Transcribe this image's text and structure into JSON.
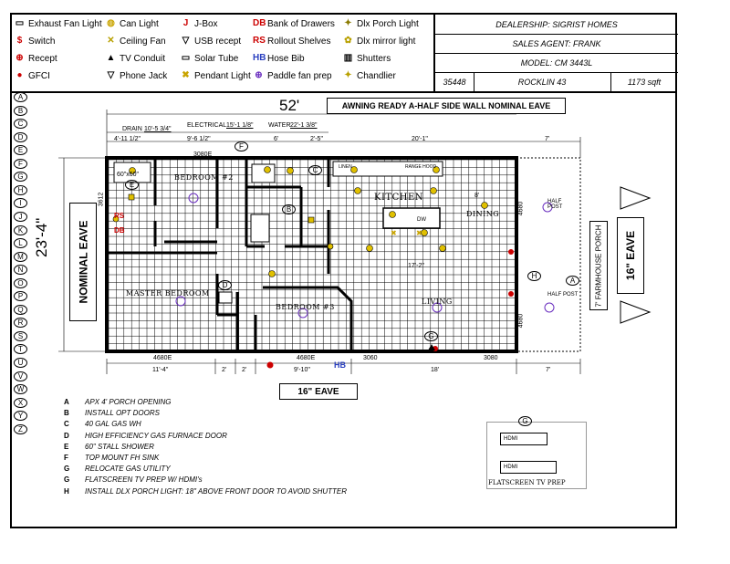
{
  "legend": [
    {
      "icon": "exhaust-fan-icon",
      "label": "Exhaust Fan Light",
      "glyph": "▭",
      "color": "#000"
    },
    {
      "icon": "can-light-icon",
      "label": "Can Light",
      "glyph": "◍",
      "color": "#c9a400"
    },
    {
      "icon": "j-box-icon",
      "label": "J-Box",
      "glyph": "J",
      "color": "#c00"
    },
    {
      "icon": "bank-of-drawers-icon",
      "label": "Bank of Drawers",
      "glyph": "DB",
      "color": "#c00"
    },
    {
      "icon": "dlx-porch-light-icon",
      "label": "Dlx Porch Light",
      "glyph": "✦",
      "color": "#8a7a00"
    },
    {
      "icon": "switch-icon",
      "label": "Switch",
      "glyph": "$",
      "color": "#c00"
    },
    {
      "icon": "ceiling-fan-icon",
      "label": "Ceiling Fan",
      "glyph": "✕",
      "color": "#b8a000"
    },
    {
      "icon": "usb-recept-icon",
      "label": "USB recept",
      "glyph": "▽",
      "color": "#000"
    },
    {
      "icon": "rollout-shelves-icon",
      "label": "Rollout Shelves",
      "glyph": "RS",
      "color": "#c00"
    },
    {
      "icon": "dlx-mirror-light-icon",
      "label": "Dlx mirror light",
      "glyph": "✿",
      "color": "#b8a000"
    },
    {
      "icon": "recept-icon",
      "label": "Recept",
      "glyph": "⊕",
      "color": "#c00"
    },
    {
      "icon": "tv-conduit-icon",
      "label": "TV Conduit",
      "glyph": "▲",
      "color": "#000"
    },
    {
      "icon": "solar-tube-icon",
      "label": "Solar Tube",
      "glyph": "▭",
      "color": "#000"
    },
    {
      "icon": "hose-bib-icon",
      "label": "Hose Bib",
      "glyph": "HB",
      "color": "#2a3fbf"
    },
    {
      "icon": "shutters-icon",
      "label": "Shutters",
      "glyph": "▥",
      "color": "#000"
    },
    {
      "icon": "gfci-icon",
      "label": "GFCI",
      "glyph": "●",
      "color": "#c00"
    },
    {
      "icon": "phone-jack-icon",
      "label": "Phone Jack",
      "glyph": "▽",
      "color": "#000"
    },
    {
      "icon": "pendant-light-icon",
      "label": "Pendant Light",
      "glyph": "✖",
      "color": "#c9a400"
    },
    {
      "icon": "paddle-fan-prep-icon",
      "label": "Paddle fan prep",
      "glyph": "⊕",
      "color": "#6a2fbf"
    },
    {
      "icon": "chandlier-icon",
      "label": "Chandlier",
      "glyph": "✦",
      "color": "#b8a000"
    }
  ],
  "info": {
    "dealership": "DEALERSHIP: SIGRIST HOMES",
    "agent": "SALES AGENT: FRANK",
    "model": "MODEL:  CM 3443L",
    "serial": "35448",
    "name": "ROCKLIN 43",
    "sqft": "1173 sqft"
  },
  "letters": [
    "A",
    "B",
    "C",
    "D",
    "E",
    "F",
    "G",
    "H",
    "I",
    "J",
    "K",
    "L",
    "M",
    "N",
    "O",
    "P",
    "Q",
    "R",
    "S",
    "T",
    "U",
    "V",
    "W",
    "X",
    "Y",
    "Z"
  ],
  "plan": {
    "overall_width": "52'",
    "overall_depth": "23'-4\"",
    "awning": "AWNING READY A-HALF SIDE WALL NOMINAL EAVE",
    "nominal_eave": "NOMINAL EAVE",
    "right_eave": "16\" EAVE",
    "bottom_eave": "16\" EAVE",
    "porch": "7' FARMHOUSE PORCH",
    "top_dims": {
      "drain": "DRAIN",
      "drain_val": "10'-5 3/4\"",
      "electrical": "ELECTRICAL",
      "electrical_val": "15'-1 1/8\"",
      "water": "WATER",
      "water_val": "22'-1 3/8\"",
      "d1": "4'-11 1/2\"",
      "d2": "9'-6 1/2\"",
      "d3": "6'",
      "d4": "2'-5\"",
      "d5": "20'-1\"",
      "d6": "7'"
    },
    "bottom_dims": [
      "11'-4\"",
      "2'",
      "2'",
      "9'-10\"",
      "18'",
      "7'"
    ],
    "bottom_windows": [
      "4680E",
      "4680E",
      "3060",
      "3080"
    ],
    "top_window": "3080E",
    "window_left": "3612",
    "window_right1": "4680",
    "window_right2": "4680",
    "inner_dim": "17'-2\"",
    "kitchen_dim": "8'",
    "shower_label": "60\"x60\"",
    "rooms": {
      "bedroom2": "BEDROOM #2",
      "master": "MASTER BEDROOM",
      "bedroom3": "BEDROOM #3",
      "kitchen": "KITCHEN",
      "dining": "DINING",
      "living": "LIVING"
    },
    "fixtures": {
      "linen": "LINEN",
      "range_hood": "RANGE HOOD",
      "dw": "DW"
    },
    "half_post_top": "HALF POST",
    "half_post_bottom": "HALF POST",
    "markers": {
      "f": "F",
      "b": "B",
      "c": "C",
      "e": "E",
      "d": "D",
      "h": "H",
      "a": "A",
      "g": "G",
      "hb": "HB",
      "db": "DB",
      "rs": "RS"
    }
  },
  "notes": [
    {
      "k": "A",
      "t": "APX 4' PORCH OPENING"
    },
    {
      "k": "B",
      "t": "INSTALL OPT DOORS"
    },
    {
      "k": "C",
      "t": "40 GAL GAS WH"
    },
    {
      "k": "D",
      "t": "HIGH EFFICIENCY GAS FURNACE DOOR"
    },
    {
      "k": "E",
      "t": "60\" STALL SHOWER"
    },
    {
      "k": "F",
      "t": "TOP MOUNT FH SINK"
    },
    {
      "k": "G",
      "t": "RELOCATE GAS UTILITY"
    },
    {
      "k": "G",
      "t": "FLATSCREEN TV PREP W/ HDMI's"
    },
    {
      "k": "H",
      "t": "INSTALL DLX PORCH LIGHT:  18\" ABOVE FRONT DOOR TO AVOID SHUTTER"
    }
  ],
  "tv": {
    "marker": "G",
    "hdmi1": "HDMI",
    "hdmi2": "HDMI",
    "caption": "FLATSCREEN TV PREP"
  }
}
